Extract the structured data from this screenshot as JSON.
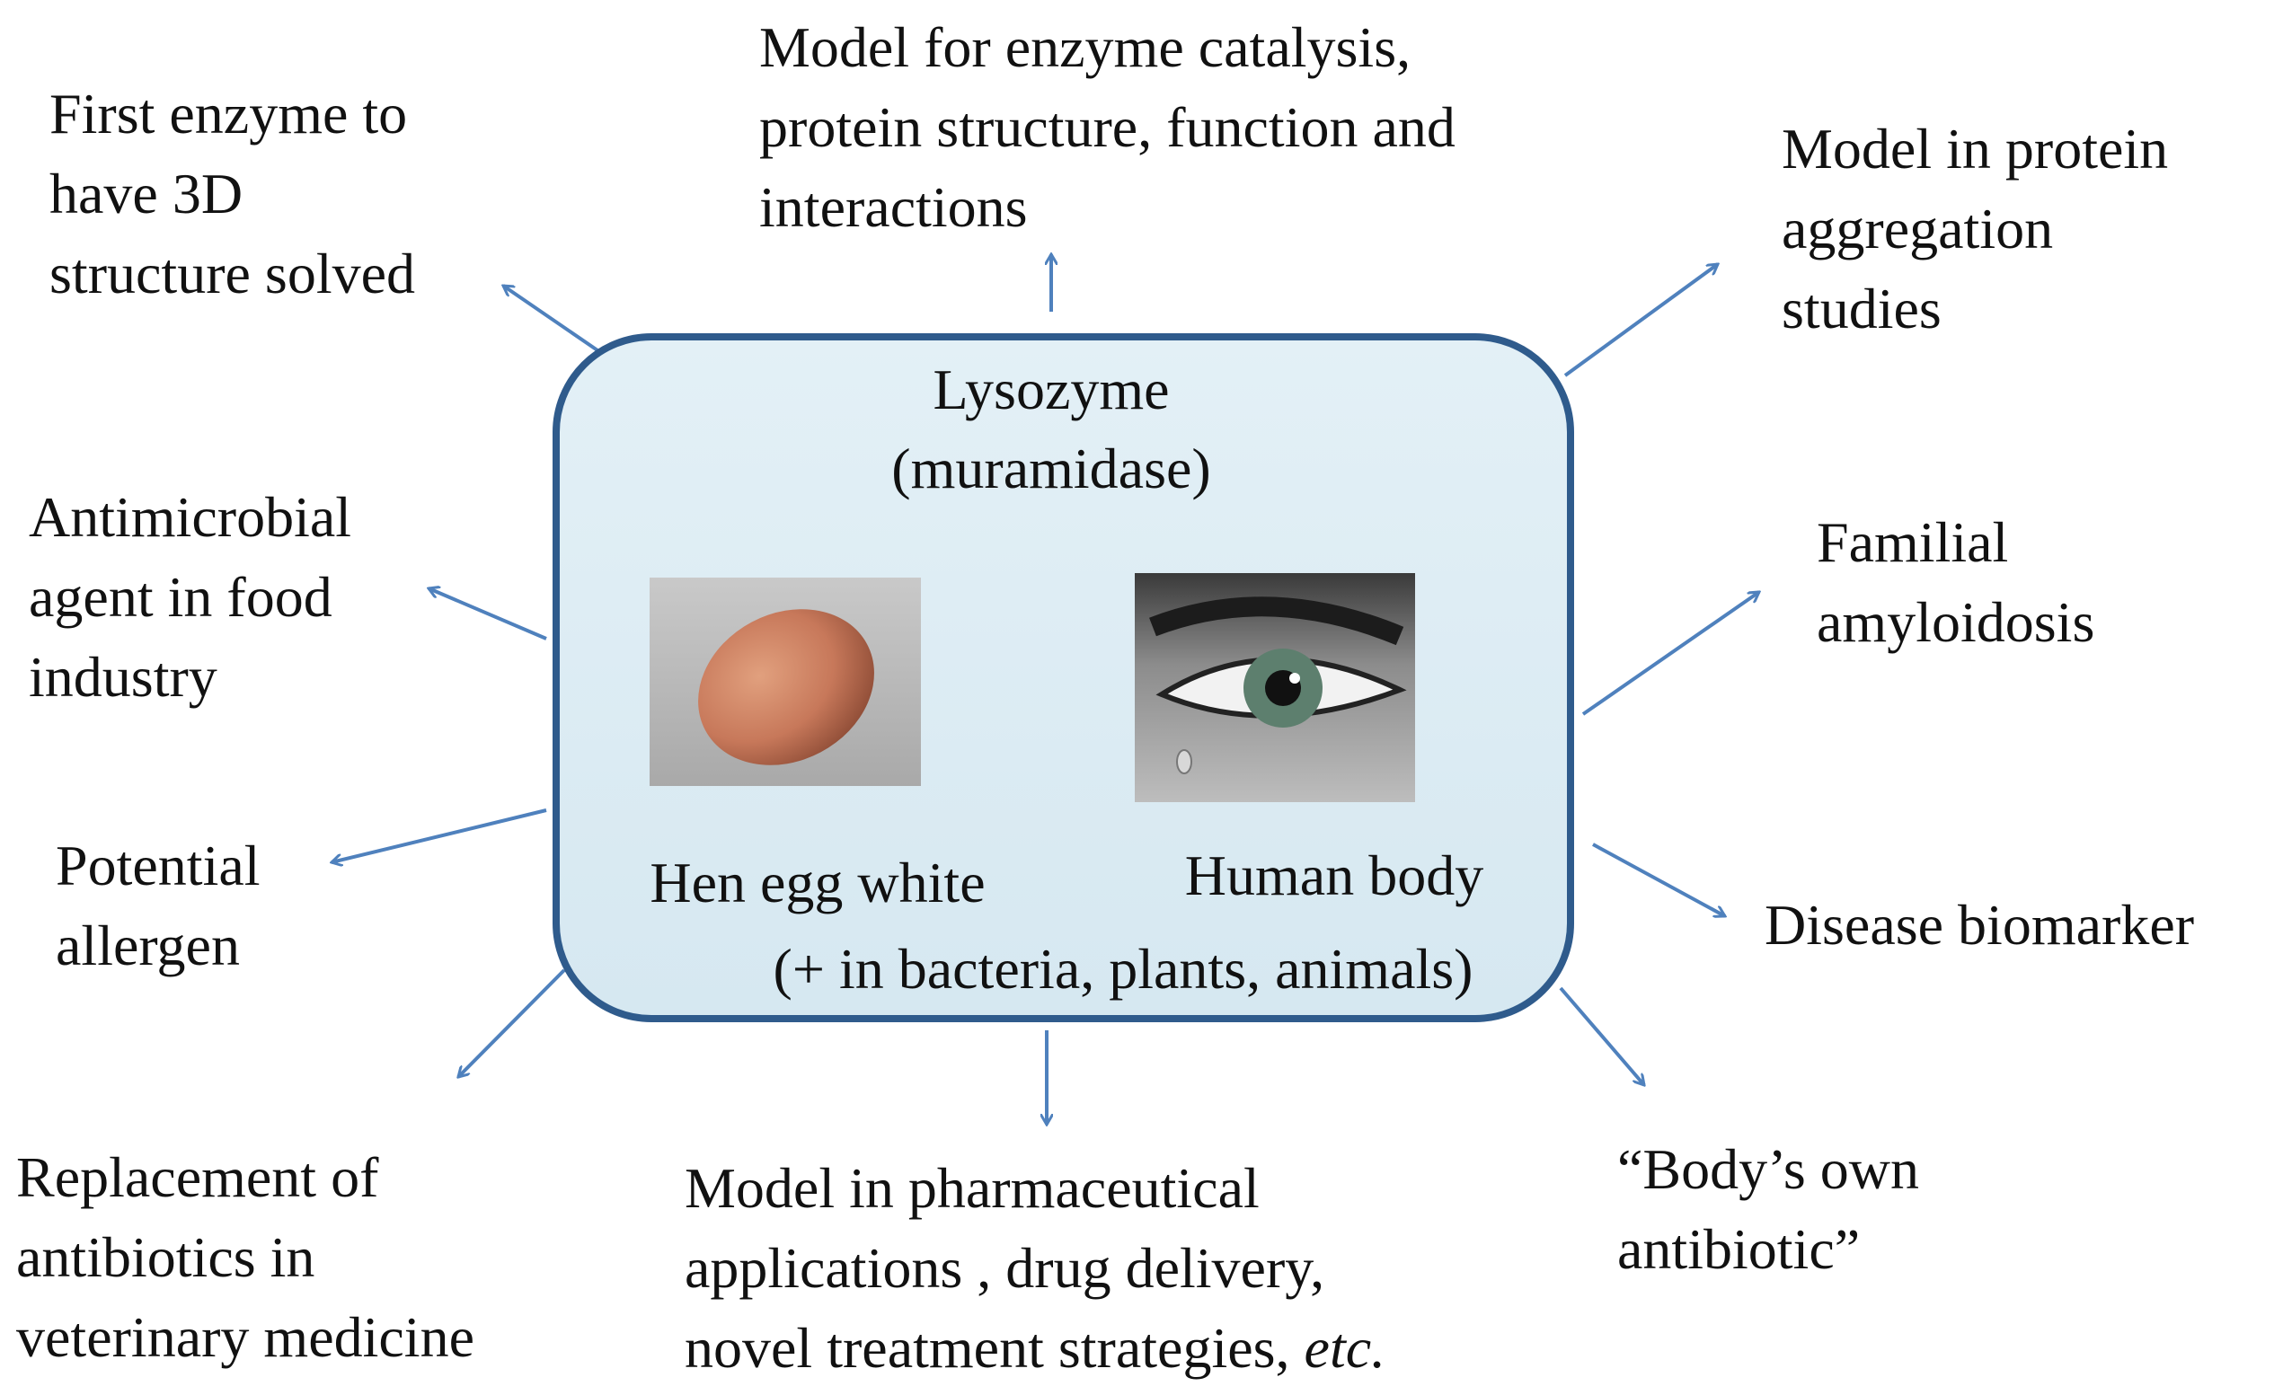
{
  "center": {
    "title": "Lysozyme",
    "subtitle": "(muramidase)",
    "source1": "Hen egg white",
    "source2": "Human body",
    "source_note": "(+ in bacteria, plants, animals)",
    "image1_icon": "egg-photo",
    "image2_icon": "eye-photo"
  },
  "labels": {
    "top_left": "First enzyme to\nhave 3D\nstructure solved",
    "top_center": "Model for enzyme catalysis,\nprotein structure, function and\ninteractions",
    "top_right": "Model in protein\naggregation\nstudies",
    "mid_left": "Antimicrobial\nagent in food\nindustry",
    "mid_right": "Familial\namyloidosis",
    "low_left": "Potential\nallergen",
    "low_right": "Disease biomarker",
    "bottom_left": "Replacement of\nantibiotics in\nveterinary medicine",
    "bottom_center": "Model in pharmaceutical\napplications , drug delivery,\nnovel treatment strategies, ",
    "bottom_center_etc": "etc.",
    "bottom_right": "“Body’s own\nantibiotic”"
  },
  "colors": {
    "arrow": "#4f81bd",
    "box_border": "#2f5b8c",
    "box_fill": "#dcebf3"
  }
}
